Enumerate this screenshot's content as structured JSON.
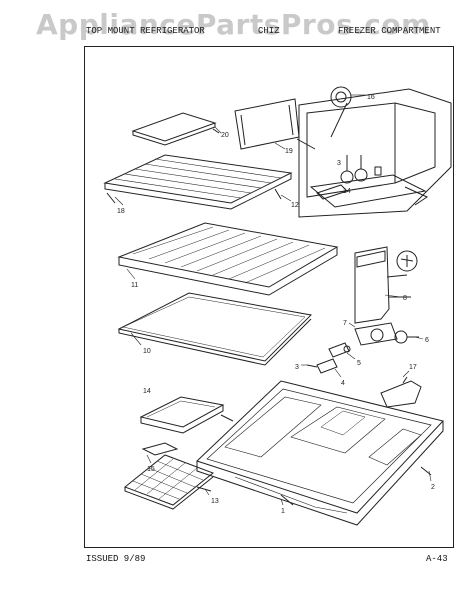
{
  "watermark": "AppliancePartsPros.com",
  "header": {
    "left": "TOP MOUNT REFRIGERATOR",
    "mid": "CHIZ",
    "right": "FREEZER COMPARTMENT"
  },
  "footer": {
    "issued": "ISSUED 9/89",
    "page": "A-43"
  },
  "callouts": [
    "20",
    "19",
    "18",
    "12",
    "16",
    "3",
    "14",
    "11",
    "8",
    "7",
    "6",
    "10",
    "5",
    "3",
    "4",
    "14",
    "17",
    "15",
    "2",
    "1",
    "13"
  ]
}
